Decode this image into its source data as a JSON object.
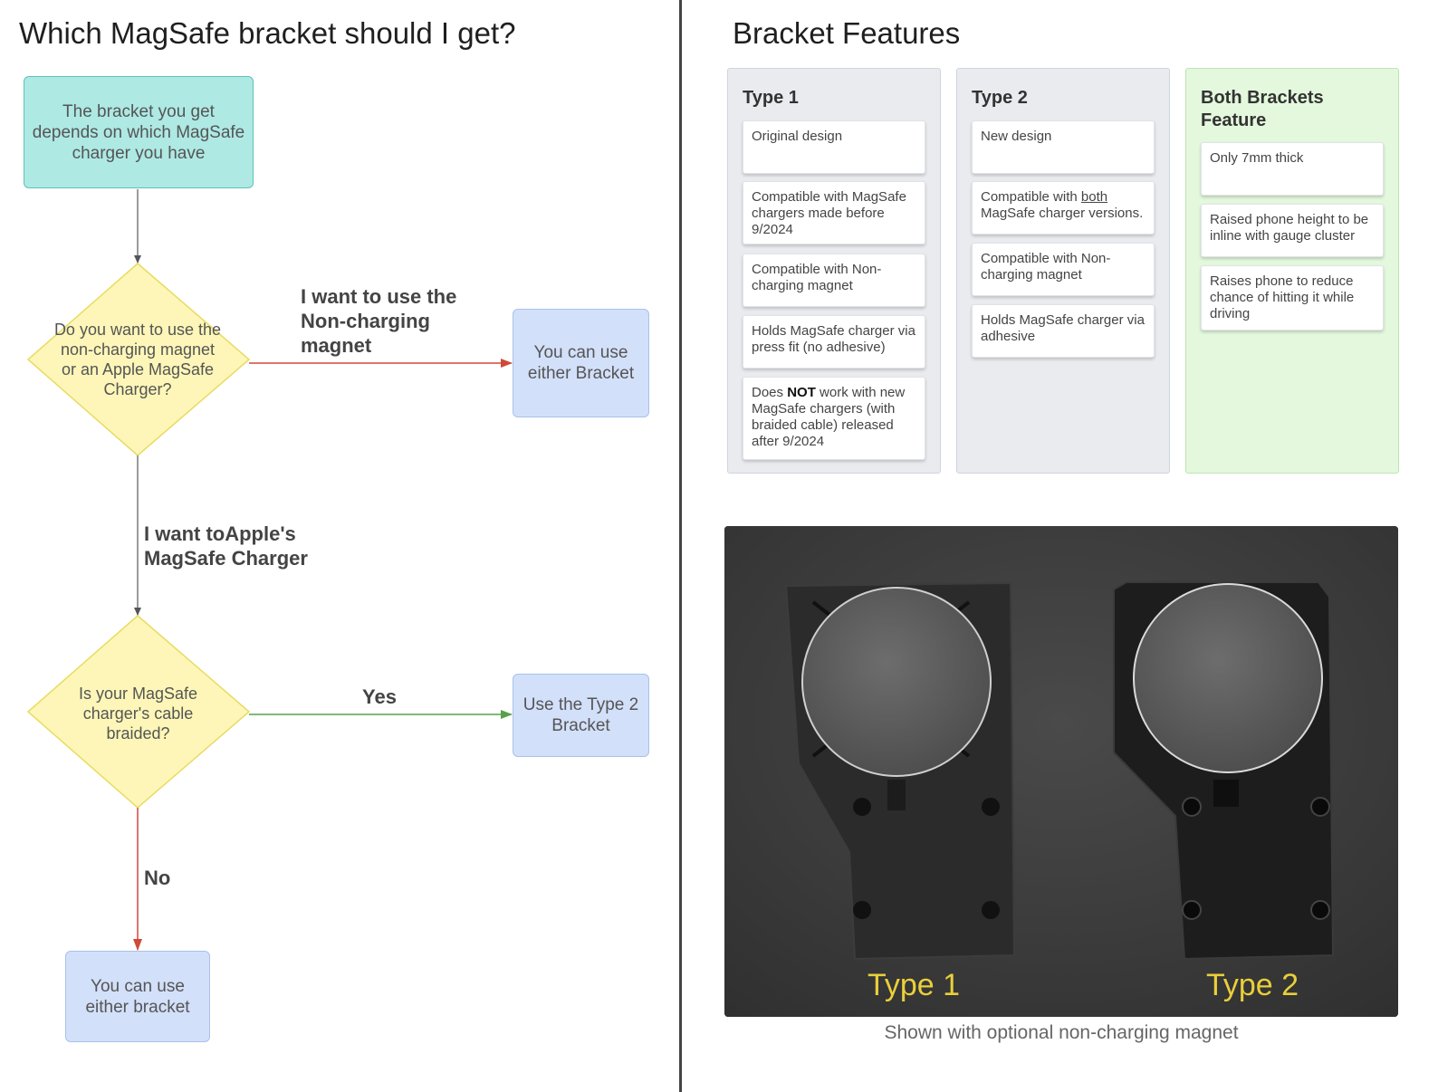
{
  "flowchart": {
    "title": "Which MagSafe bracket should I get?",
    "start_box": "The bracket you get depends on which MagSafe charger you have",
    "decision1": "Do you want to use the non-charging magnet or an Apple MagSafe Charger?",
    "edge_noncharging": "I want to use the Non-charging magnet",
    "result_either_bracket_1": "You can use either Bracket",
    "edge_apple": "I want toApple's MagSafe Charger",
    "decision2": "Is your MagSafe charger's cable braided?",
    "edge_yes": "Yes",
    "result_type2": "Use the Type 2 Bracket",
    "edge_no": "No",
    "result_either_bracket_2": "You can use either bracket",
    "colors": {
      "start": "#aee9e4",
      "decision": "#fdf6b8",
      "result": "#d3e0fa",
      "edge_red": "#d0493a",
      "edge_green": "#58a14a",
      "edge_gray": "#666666"
    }
  },
  "features": {
    "title": "Bracket Features",
    "type1": {
      "heading": "Type 1",
      "items": {
        "a": "Original design",
        "b": "Compatible with MagSafe chargers made before 9/2024",
        "c": "Compatible with Non-charging magnet",
        "d": "Holds MagSafe charger via press fit (no adhesive)",
        "e_pre": "Does ",
        "e_bold": "NOT",
        "e_post": " work with new MagSafe chargers (with braided cable) released after 9/2024"
      }
    },
    "type2": {
      "heading": "Type 2",
      "items": {
        "a": "New design",
        "b_pre": "Compatible with ",
        "b_underline": "both",
        "b_post": " MagSafe charger versions.",
        "c": "Compatible with Non-charging magnet",
        "d": "Holds MagSafe charger via adhesive"
      }
    },
    "both": {
      "heading": "Both Brackets Feature",
      "items": {
        "a": "Only 7mm thick",
        "b": "Raised phone height to be inline with gauge cluster",
        "c": "Raises phone to reduce chance of hitting it while driving"
      }
    },
    "colors": {
      "column": "#e9ebef",
      "both_column": "#e3f8dd"
    }
  },
  "photo": {
    "label_left": "Type 1",
    "label_right": "Type 2",
    "caption": "Shown with optional non-charging magnet",
    "colors": {
      "label": "#e9cf3a",
      "background": "#3a3a3a"
    }
  }
}
